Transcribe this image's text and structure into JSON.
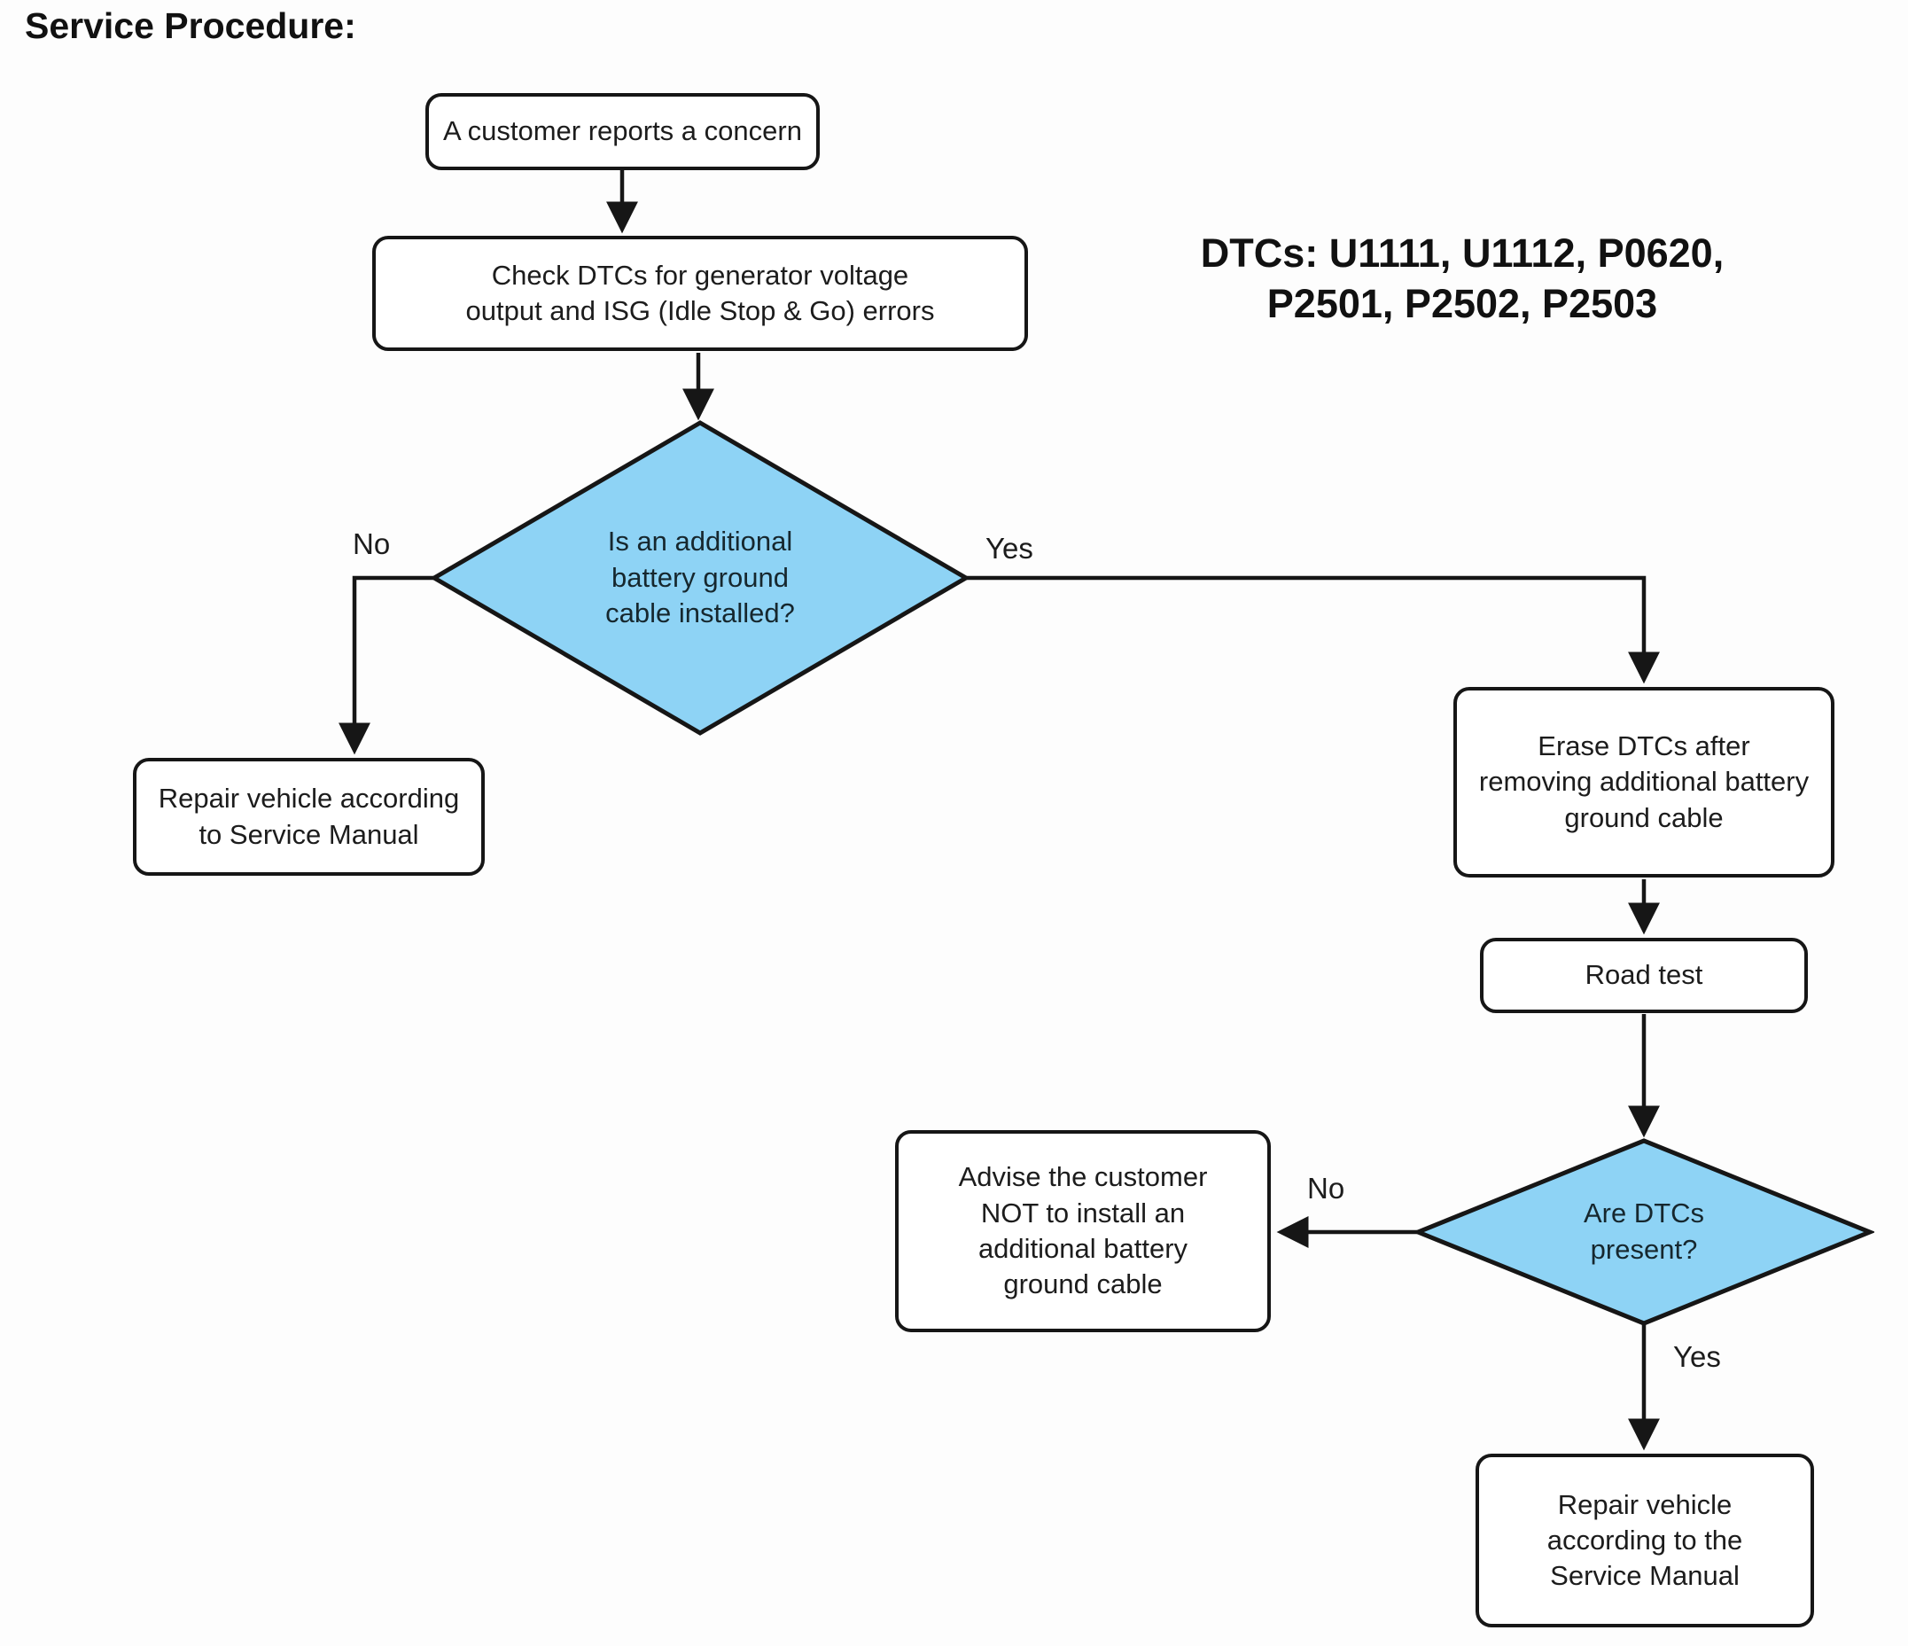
{
  "title": "Service Procedure:",
  "note": "DTCs: U1111, U1112, P0620,\nP2501, P2502, P2503",
  "colors": {
    "decision_fill": "#8ed3f5",
    "line": "#161616",
    "box_fill": "#ffffff",
    "text": "#1c1c1c"
  },
  "nodes": {
    "customer_concern": "A customer reports a concern",
    "check_dtcs": "Check DTCs for generator voltage\noutput and ISG (Idle Stop & Go) errors",
    "cable_installed": "Is an additional\nbattery ground\ncable installed?",
    "repair_no_cable": "Repair vehicle according\nto Service Manual",
    "erase_dtcs": "Erase DTCs after\nremoving additional battery\nground cable",
    "road_test": "Road test",
    "dtcs_present": "Are DTCs\npresent?",
    "advise_customer": "Advise the customer\nNOT to install an\nadditional battery\nground cable",
    "repair_final": "Repair vehicle\naccording to the\nService Manual"
  },
  "edge_labels": {
    "no_cable": "No",
    "yes_cable": "Yes",
    "no_dtcs": "No",
    "yes_dtcs": "Yes"
  },
  "edges": [
    {
      "from": "customer_concern",
      "to": "check_dtcs",
      "label": ""
    },
    {
      "from": "check_dtcs",
      "to": "cable_installed",
      "label": ""
    },
    {
      "from": "cable_installed",
      "to": "repair_no_cable",
      "label": "No"
    },
    {
      "from": "cable_installed",
      "to": "erase_dtcs",
      "label": "Yes"
    },
    {
      "from": "erase_dtcs",
      "to": "road_test",
      "label": ""
    },
    {
      "from": "road_test",
      "to": "dtcs_present",
      "label": ""
    },
    {
      "from": "dtcs_present",
      "to": "advise_customer",
      "label": "No"
    },
    {
      "from": "dtcs_present",
      "to": "repair_final",
      "label": "Yes"
    }
  ]
}
